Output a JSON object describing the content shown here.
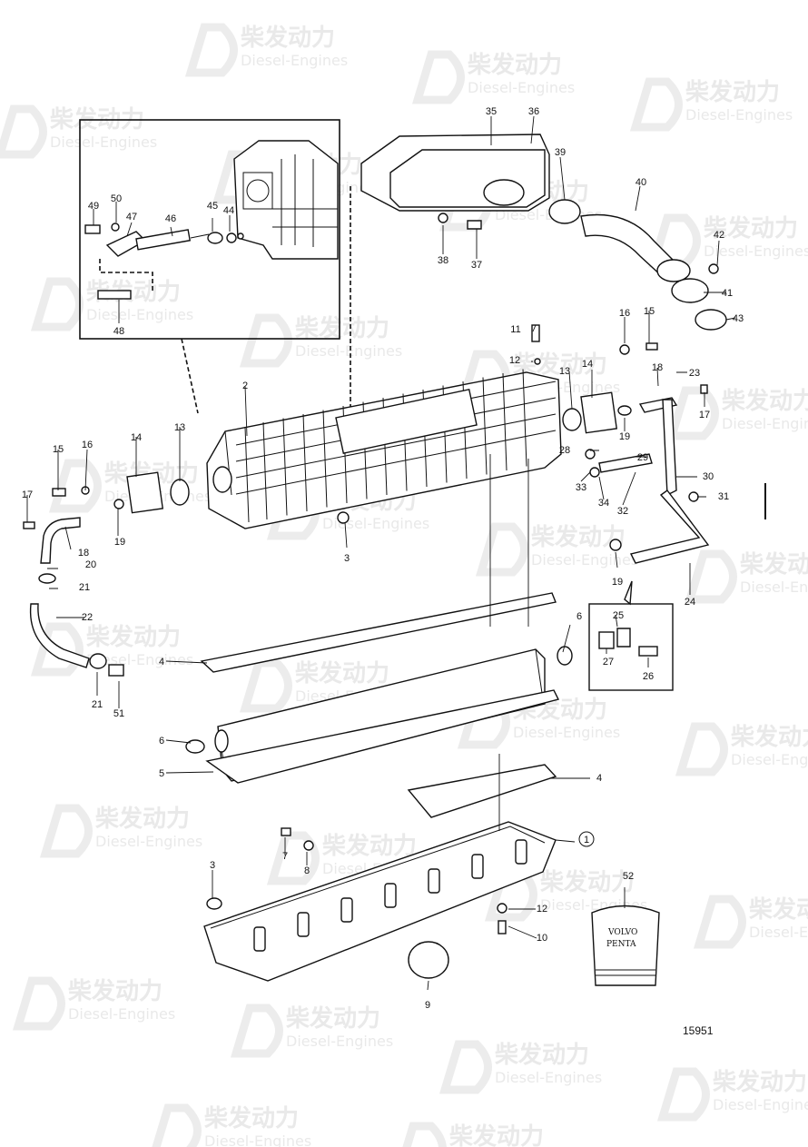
{
  "watermark": {
    "brand_cn": "柴发动力",
    "brand_en": "Diesel-Engines",
    "color": "#e9e9e9"
  },
  "drawing_number": "15951",
  "manual_box": {
    "line1": "VOLVO",
    "line2": "PENTA"
  },
  "callouts": {
    "c1": "1",
    "c2": "2",
    "c3a": "3",
    "c3b": "3",
    "c4a": "4",
    "c4b": "4",
    "c5": "5",
    "c6a": "6",
    "c6b": "6",
    "c7": "7",
    "c8": "8",
    "c9": "9",
    "c10": "10",
    "c11": "11",
    "c12a": "12",
    "c12b": "12",
    "c13a": "13",
    "c13b": "13",
    "c14a": "14",
    "c14b": "14",
    "c15a": "15",
    "c15b": "15",
    "c16a": "16",
    "c16b": "16",
    "c17a": "17",
    "c17b": "17",
    "c18a": "18",
    "c18b": "18",
    "c19a": "19",
    "c19b": "19",
    "c19c": "19",
    "c20": "20",
    "c21a": "21",
    "c21b": "21",
    "c22": "22",
    "c23": "23",
    "c24": "24",
    "c25": "25",
    "c26": "26",
    "c27": "27",
    "c28": "28",
    "c29": "29",
    "c30": "30",
    "c31": "31",
    "c32": "32",
    "c33": "33",
    "c34": "34",
    "c35": "35",
    "c36": "36",
    "c37": "37",
    "c38": "38",
    "c39": "39",
    "c40": "40",
    "c41": "41",
    "c42": "42",
    "c43": "43",
    "c44": "44",
    "c45": "45",
    "c46": "46",
    "c47": "47",
    "c48": "48",
    "c49": "49",
    "c50": "50",
    "c51": "51",
    "c52": "52"
  }
}
